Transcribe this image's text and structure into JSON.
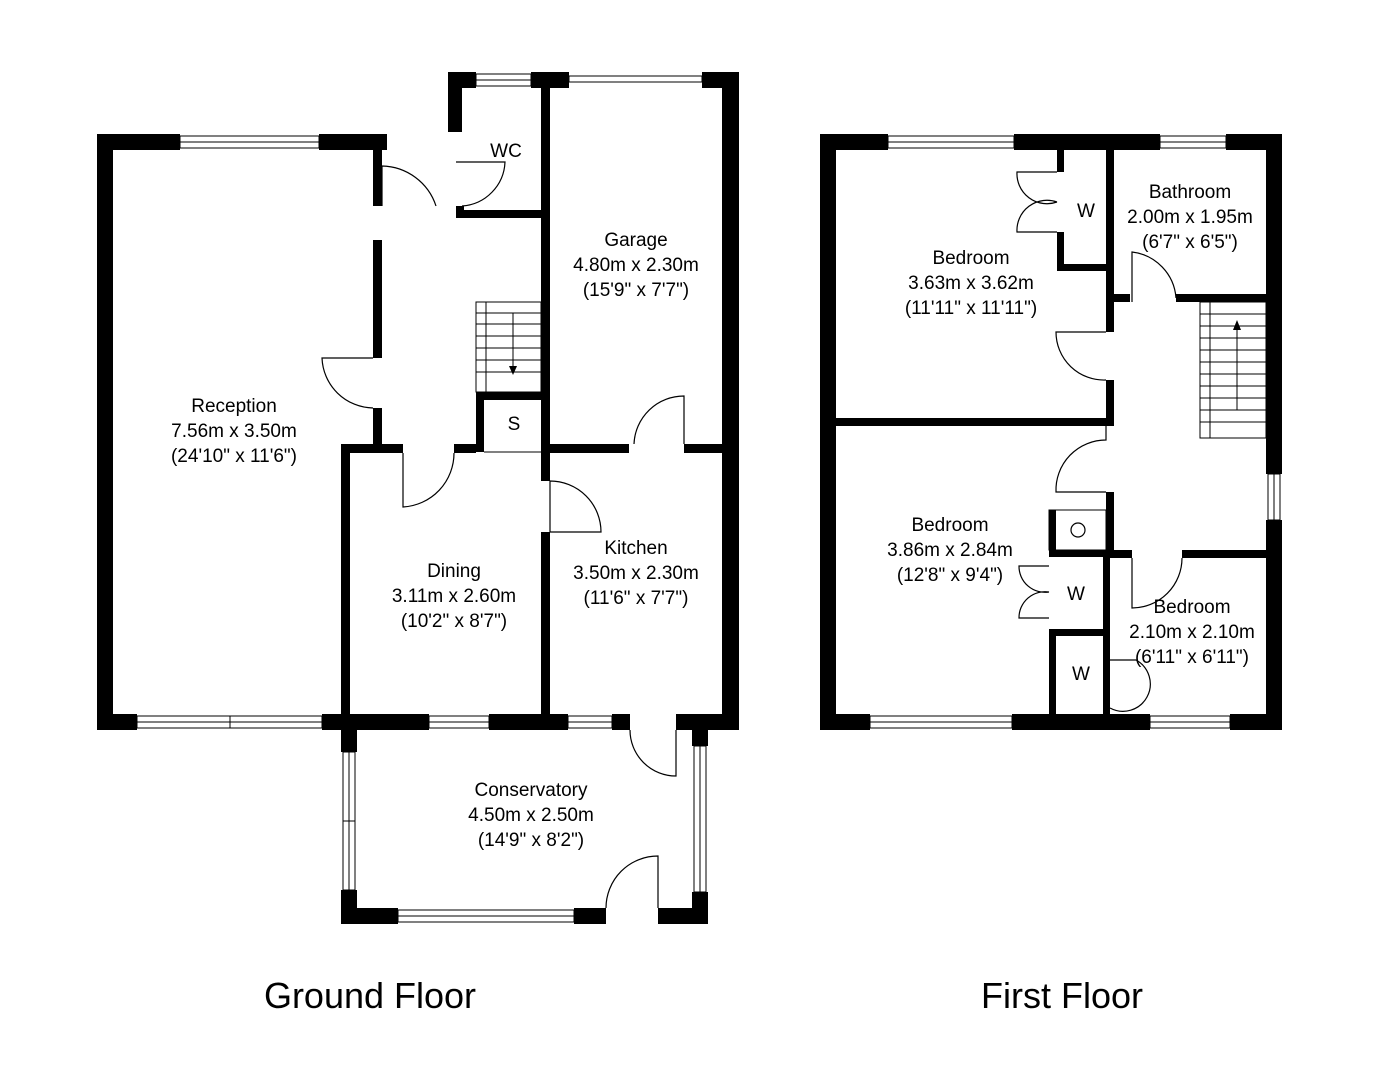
{
  "floors": [
    {
      "title": "Ground Floor",
      "rooms": [
        {
          "name": "Reception",
          "metric": "7.56m x 3.50m",
          "imperial": "(24'10\" x 11'6\")"
        },
        {
          "name": "WC"
        },
        {
          "name": "Garage",
          "metric": "4.80m x 2.30m",
          "imperial": "(15'9\" x 7'7\")"
        },
        {
          "name": "S"
        },
        {
          "name": "Dining",
          "metric": "3.11m x 2.60m",
          "imperial": "(10'2\" x 8'7\")"
        },
        {
          "name": "Kitchen",
          "metric": "3.50m x 2.30m",
          "imperial": "(11'6\" x 7'7\")"
        },
        {
          "name": "Conservatory",
          "metric": "4.50m x 2.50m",
          "imperial": "(14'9\" x 8'2\")"
        }
      ]
    },
    {
      "title": "First Floor",
      "rooms": [
        {
          "name": "Bedroom",
          "metric": "3.63m x 3.62m",
          "imperial": "(11'11\" x 11'11\")"
        },
        {
          "name": "W"
        },
        {
          "name": "Bathroom",
          "metric": "2.00m x 1.95m",
          "imperial": "(6'7\" x 6'5\")"
        },
        {
          "name": "Bedroom",
          "metric": "3.86m x 2.84m",
          "imperial": "(12'8\" x 9'4\")"
        },
        {
          "name": "W"
        },
        {
          "name": "W"
        },
        {
          "name": "Bedroom",
          "metric": "2.10m x 2.10m",
          "imperial": "(6'11\" x 6'11\")"
        }
      ]
    }
  ]
}
